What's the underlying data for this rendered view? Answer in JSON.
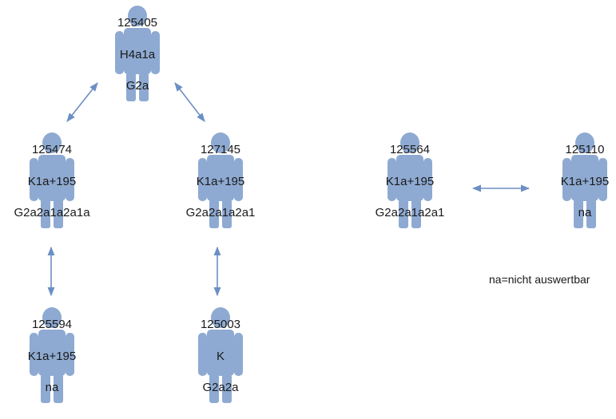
{
  "colors": {
    "figure": "#8eaad2",
    "arrow": "#6b8fc4",
    "text": "#1a1a1a"
  },
  "persons": [
    {
      "id": "125405",
      "haplo1": "H4a1a",
      "haplo2": "G2a"
    },
    {
      "id": "125474",
      "haplo1": "K1a+195",
      "haplo2": "G2a2a1a2a1a"
    },
    {
      "id": "127145",
      "haplo1": "K1a+195",
      "haplo2": "G2a2a1a2a1"
    },
    {
      "id": "125594",
      "haplo1": "K1a+195",
      "haplo2": "na"
    },
    {
      "id": "125003",
      "haplo1": "K",
      "haplo2": "G2a2a"
    },
    {
      "id": "125564",
      "haplo1": "K1a+195",
      "haplo2": "G2a2a1a2a1"
    },
    {
      "id": "125110",
      "haplo1": "K1a+195",
      "haplo2": "na"
    }
  ],
  "legend": {
    "note": "na=nicht auswertbar"
  }
}
